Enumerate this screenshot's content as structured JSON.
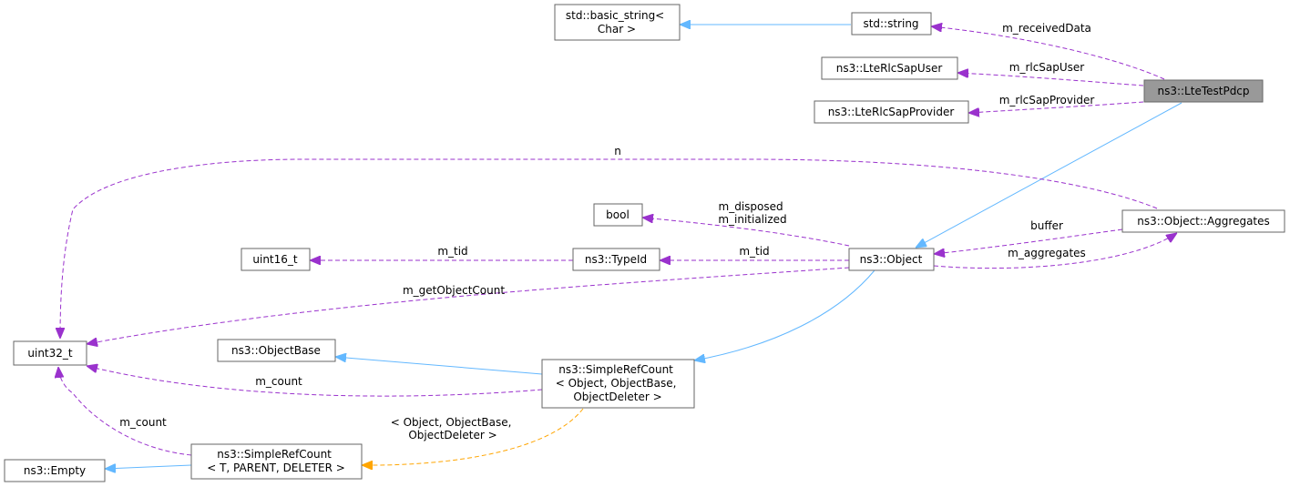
{
  "nodes": {
    "basic_string": [
      "std::basic_string<",
      "Char >"
    ],
    "std_string": [
      "std::string"
    ],
    "lte_rlc_sap_user": [
      "ns3::LteRlcSapUser"
    ],
    "lte_test_pdcp": [
      "ns3::LteTestPdcp"
    ],
    "lte_rlc_sap_provider": [
      "ns3::LteRlcSapProvider"
    ],
    "bool": [
      "bool"
    ],
    "object_aggregates": [
      "ns3::Object::Aggregates"
    ],
    "uint16_t": [
      "uint16_t"
    ],
    "type_id": [
      "ns3::TypeId"
    ],
    "object": [
      "ns3::Object"
    ],
    "uint32_t": [
      "uint32_t"
    ],
    "object_base": [
      "ns3::ObjectBase"
    ],
    "simple_ref_count_obj": [
      "ns3::SimpleRefCount",
      "< Object, ObjectBase,",
      "ObjectDeleter >"
    ],
    "simple_ref_count_t": [
      "ns3::SimpleRefCount",
      "< T, PARENT, DELETER >"
    ],
    "empty": [
      "ns3::Empty"
    ]
  },
  "edge_labels": {
    "m_receivedData": [
      "m_receivedData"
    ],
    "m_rlcSapUser": [
      "m_rlcSapUser"
    ],
    "m_rlcSapProvider": [
      "m_rlcSapProvider"
    ],
    "n": [
      "n"
    ],
    "disposed_initialized": [
      "m_disposed",
      "m_initialized"
    ],
    "buffer": [
      "buffer"
    ],
    "m_tid_typeid": [
      "m_tid"
    ],
    "m_tid_object": [
      "m_tid"
    ],
    "m_aggregates": [
      "m_aggregates"
    ],
    "m_getObjectCount": [
      "m_getObjectCount"
    ],
    "m_count_obj": [
      "m_count"
    ],
    "m_count_t": [
      "m_count"
    ],
    "template_args": [
      "< Object, ObjectBase,",
      "ObjectDeleter >"
    ]
  },
  "colors": {
    "inheritance": "#63b8ff",
    "usage": "#9a32cd",
    "template": "#ffa500",
    "highlight_fill": "#999999",
    "node_border": "#666666"
  }
}
